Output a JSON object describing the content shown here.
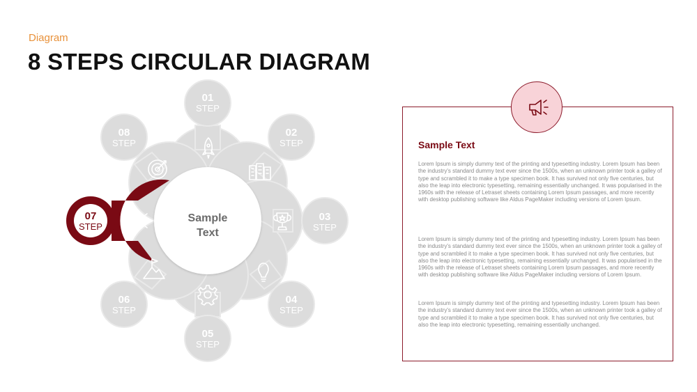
{
  "header": {
    "subtitle": "Diagram",
    "title": "8 STEPS CIRCULAR DIAGRAM"
  },
  "diagram": {
    "center_line1": "Sample",
    "center_line2": "Text",
    "active_step": "07",
    "steps": [
      {
        "num": "01",
        "word": "STEP",
        "icon": "rocket-icon"
      },
      {
        "num": "02",
        "word": "STEP",
        "icon": "buildings-icon"
      },
      {
        "num": "03",
        "word": "STEP",
        "icon": "trophy-icon"
      },
      {
        "num": "04",
        "word": "STEP",
        "icon": "lightbulb-icon"
      },
      {
        "num": "05",
        "word": "STEP",
        "icon": "gear-icon"
      },
      {
        "num": "06",
        "word": "STEP",
        "icon": "mountain-flag-icon"
      },
      {
        "num": "07",
        "word": "STEP",
        "icon": "megaphone-icon"
      },
      {
        "num": "08",
        "word": "STEP",
        "icon": "target-icon"
      }
    ],
    "colors": {
      "petal": "#dcdcdc",
      "petal_border": "#e6e6e6",
      "active": "#7a0a14",
      "center": "#ffffff"
    }
  },
  "panel": {
    "icon": "megaphone-icon",
    "heading": "Sample Text",
    "paragraph1": "Lorem Ipsum is simply dummy text of the printing and typesetting industry. Lorem Ipsum has been the industry's standard dummy text ever since the 1500s, when an unknown printer took a galley of type and scrambled it to make a type specimen book. It has survived not only five centuries, but also the leap into electronic typesetting, remaining essentially unchanged. It was popularised in the 1960s with the release of Letraset sheets containing Lorem Ipsum passages, and more recently with desktop publishing software like Aldus PageMaker including versions of Lorem Ipsum.",
    "paragraph2": "Lorem Ipsum is simply dummy text of the printing and typesetting industry. Lorem Ipsum has been the industry's standard dummy text ever since the 1500s, when an unknown printer took a galley of type and scrambled it to make a type specimen book. It has survived not only five centuries, but also the leap into electronic typesetting, remaining essentially unchanged. It was popularised in the 1960s with the release of Letraset sheets containing Lorem Ipsum passages, and more recently with desktop publishing software like Aldus PageMaker including versions of Lorem Ipsum.",
    "paragraph3": "Lorem Ipsum is simply dummy text of the printing and typesetting industry. Lorem Ipsum has been the industry's standard dummy text ever since the 1500s, when an unknown printer took a galley of type and scrambled it to make a type specimen book. It has survived not only five centuries, but also the leap into electronic typesetting, remaining essentially unchanged.",
    "accent_color": "#7a0a14",
    "icon_bg": "#f8d3d8"
  }
}
